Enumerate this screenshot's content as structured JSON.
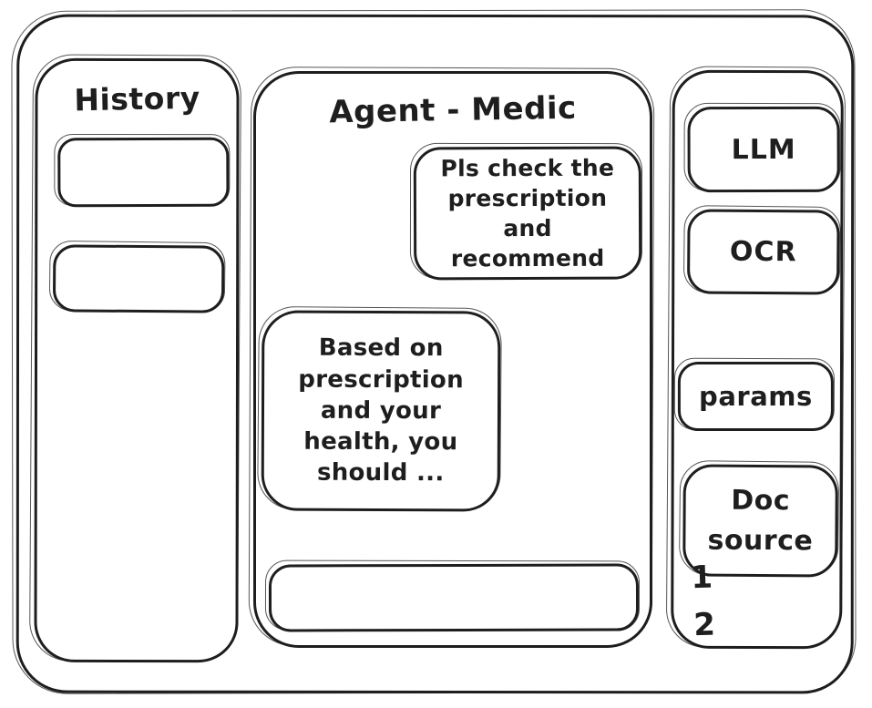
{
  "colors": {
    "ink": "#1e1e1e",
    "background": "#ffffff"
  },
  "sidebar_left": {
    "title": "History",
    "items": [
      "",
      ""
    ]
  },
  "chat": {
    "title": "Agent - Medic",
    "messages": [
      {
        "role": "user",
        "text": "Pls check the prescription and recommend"
      },
      {
        "role": "assistant",
        "text": "Based on prescription and your health, you should ..."
      }
    ],
    "input": {
      "value": ""
    }
  },
  "sidebar_right": {
    "buttons": [
      {
        "label": "LLM"
      },
      {
        "label": "OCR"
      },
      {
        "label": "params"
      },
      {
        "label": "Doc source"
      }
    ],
    "list_markers": [
      "1",
      "2"
    ]
  }
}
